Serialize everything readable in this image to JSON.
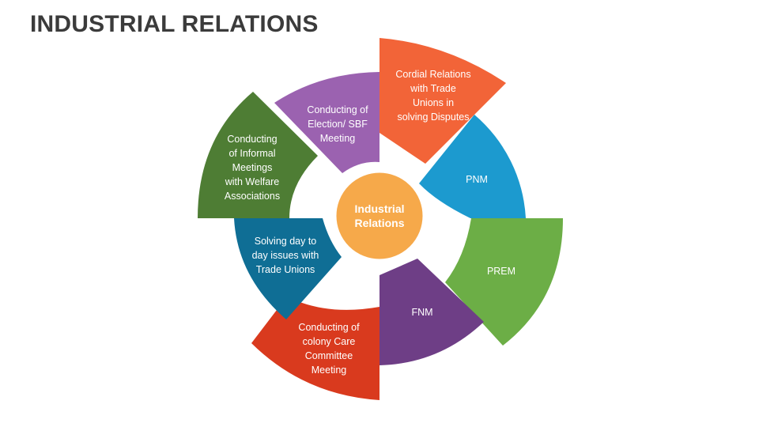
{
  "title": "INDUSTRIAL RELATIONS",
  "center": {
    "lines": [
      "Industrial",
      "Relations"
    ],
    "color": "#F6A94A"
  },
  "segments": [
    {
      "id": "cordial",
      "lines": [
        "Cordial Relations",
        "with Trade",
        "Unions in",
        "solving Disputes"
      ],
      "color": "#F26438"
    },
    {
      "id": "pnm",
      "lines": [
        "PNM"
      ],
      "color": "#1C9ACF"
    },
    {
      "id": "prem",
      "lines": [
        "PREM"
      ],
      "color": "#6CAE46"
    },
    {
      "id": "fnm",
      "lines": [
        "FNM"
      ],
      "color": "#6E3E86"
    },
    {
      "id": "colony",
      "lines": [
        "Conducting of",
        "colony Care",
        "Committee",
        "Meeting"
      ],
      "color": "#D93A1E"
    },
    {
      "id": "solving",
      "lines": [
        "Solving  day to",
        "day issues with",
        "Trade Unions"
      ],
      "color": "#0F6E95"
    },
    {
      "id": "informal",
      "lines": [
        "Conducting",
        "of Informal",
        "Meetings",
        "with Welfare",
        "Associations"
      ],
      "color": "#4E7D34"
    },
    {
      "id": "election",
      "lines": [
        "Conducting of",
        "Election/ SBF",
        "Meeting"
      ],
      "color": "#9B62B0"
    }
  ]
}
